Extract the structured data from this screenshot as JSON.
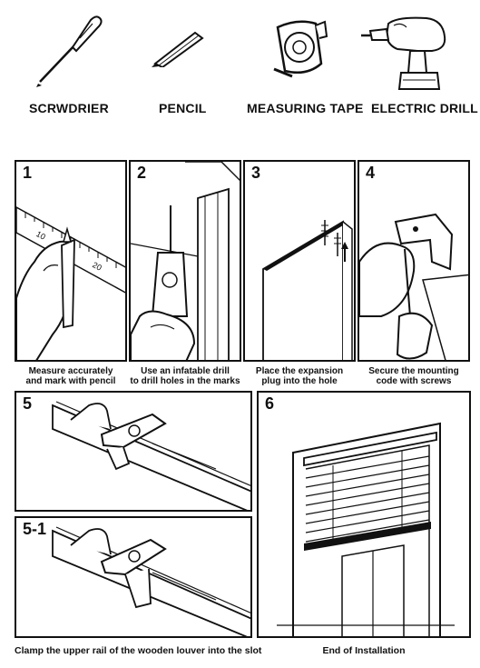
{
  "tools": [
    {
      "label": "SCRWDRIER",
      "icon": "screwdriver-icon"
    },
    {
      "label": "PENCIL",
      "icon": "pencil-icon"
    },
    {
      "label": "MEASURING TAPE",
      "icon": "measuring-tape-icon"
    },
    {
      "label": "ELECTRIC DRILL",
      "icon": "electric-drill-icon"
    }
  ],
  "steps": [
    {
      "number": "1",
      "caption_line1": "Measure accurately",
      "caption_line2": "and mark with pencil",
      "ruler_marks": [
        "10",
        "20"
      ]
    },
    {
      "number": "2",
      "caption_line1": "Use an infatable drill",
      "caption_line2": "to drill holes in the marks"
    },
    {
      "number": "3",
      "caption_line1": "Place the expansion",
      "caption_line2": "plug into the hole"
    },
    {
      "number": "4",
      "caption_line1": "Secure the mounting",
      "caption_line2": "code with screws"
    },
    {
      "number": "5"
    },
    {
      "number": "5-1"
    },
    {
      "number": "6"
    }
  ],
  "bottom_captions": {
    "left": "Clamp the upper rail of the wooden louver into the slot",
    "right": "End of Installation"
  }
}
